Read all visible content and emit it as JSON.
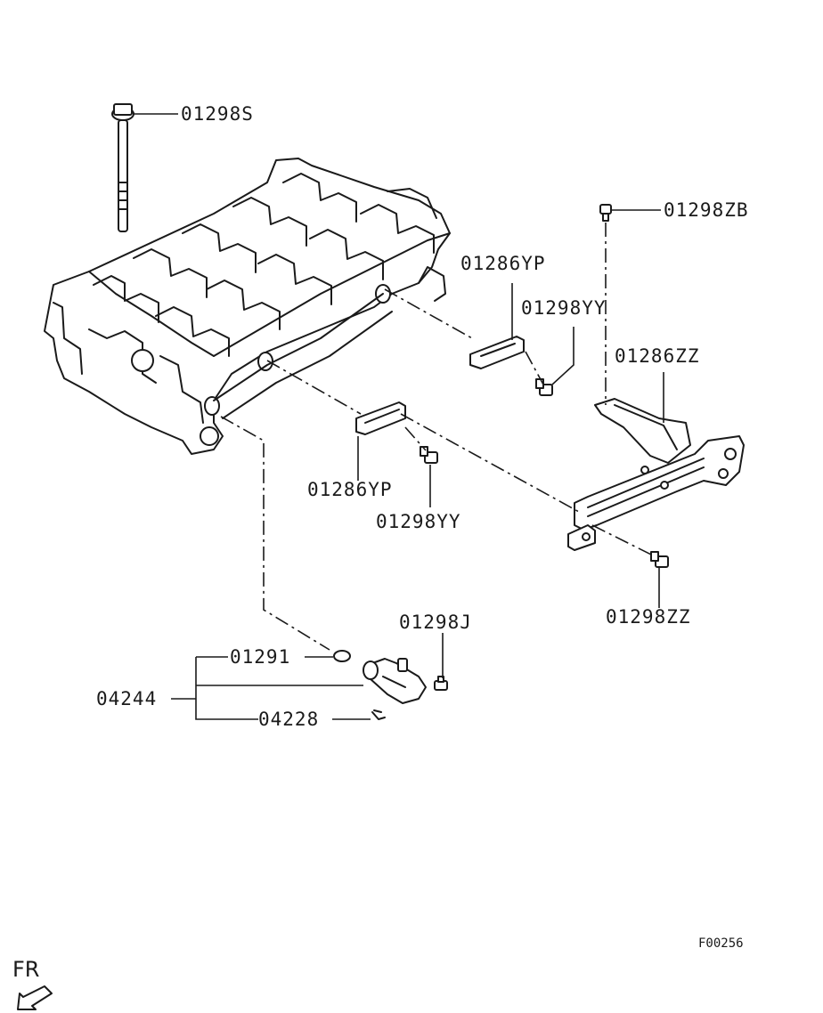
{
  "labels": {
    "p01298S": "01298S",
    "p01298ZB": "01298ZB",
    "p01286YP_upper": "01286YP",
    "p01298YY_upper": "01298YY",
    "p01286ZZ": "01286ZZ",
    "p01286YP_lower": "01286YP",
    "p01298YY_lower": "01298YY",
    "p01298ZZ": "01298ZZ",
    "p01298J": "01298J",
    "p01291": "01291",
    "p04244": "04244",
    "p04228": "04228"
  },
  "figure_code": "F00256",
  "direction": {
    "text": "FR",
    "icon": "front-direction-arrow-icon"
  },
  "colors": {
    "line": "#1a1a1a",
    "background": "#ffffff"
  }
}
